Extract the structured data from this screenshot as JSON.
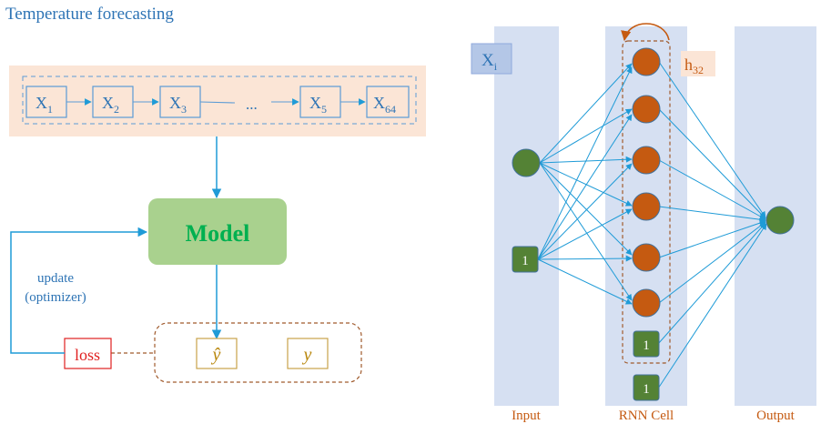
{
  "title": "Temperature forecasting",
  "sequence": {
    "items": [
      {
        "base": "X",
        "sub": "1"
      },
      {
        "base": "X",
        "sub": "2"
      },
      {
        "base": "X",
        "sub": "3"
      },
      {
        "ellipsis": "..."
      },
      {
        "base": "X",
        "sub": "5"
      },
      {
        "base": "X",
        "sub": "64"
      }
    ]
  },
  "model_label": "Model",
  "update_label_line1": "update",
  "update_label_line2": "(optimizer)",
  "loss_label": "loss",
  "y_hat_label": "ŷ",
  "y_label": "y",
  "xi_label": {
    "base": "X",
    "sub": "i"
  },
  "h_label": {
    "base": "h",
    "sub": "32"
  },
  "bias_label": "1",
  "column_labels": {
    "input": "Input",
    "rnn": "RNN Cell",
    "output": "Output"
  },
  "colors": {
    "title_blue": "#2e74b5",
    "seq_band": "#fbe5d6",
    "seq_box_bg": "#fbe5d6",
    "seq_box_stroke": "#5b9bd5",
    "arrow_blue": "#1f9bd7",
    "model_fill": "#a9d18e",
    "model_text": "#00b050",
    "loss_red": "#e02020",
    "y_box_stroke": "#c8a24a",
    "dash_brown": "#a05a2c",
    "column_fill": "#d6e0f2",
    "node_green": "#548235",
    "node_orange": "#c55a11",
    "node_stroke": "#41719c",
    "label_brown": "#c55a11",
    "xi_fill": "#b4c7e7"
  }
}
